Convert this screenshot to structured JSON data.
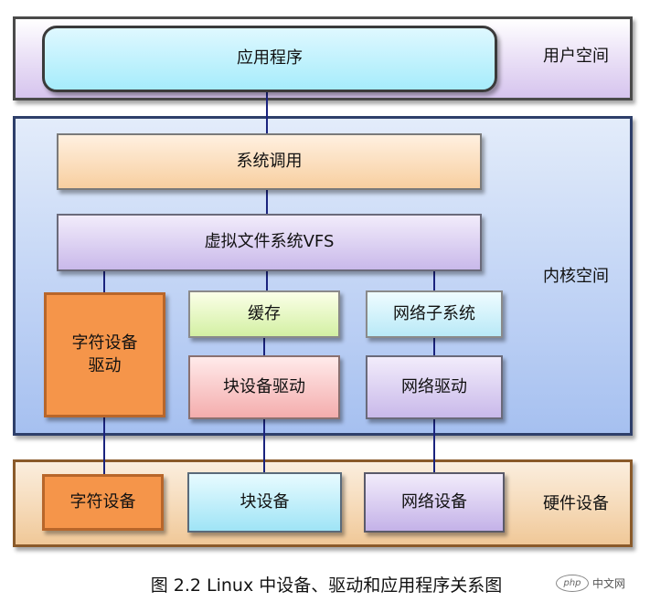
{
  "layers": {
    "user": "用户空间",
    "kernel": "内核空间",
    "hardware": "硬件设备"
  },
  "nodes": {
    "app": "应用程序",
    "syscall": "系统调用",
    "vfs": "虚拟文件系统VFS",
    "char_driver": "字符设备\n驱动",
    "cache": "缓存",
    "net_subsystem": "网络子系统",
    "block_driver": "块设备驱动",
    "net_driver": "网络驱动",
    "char_device": "字符设备",
    "block_device": "块设备",
    "net_device": "网络设备"
  },
  "caption": "图  2.2 Linux 中设备、驱动和应用程序关系图",
  "watermark": {
    "logo": "php",
    "text": "中文网"
  }
}
